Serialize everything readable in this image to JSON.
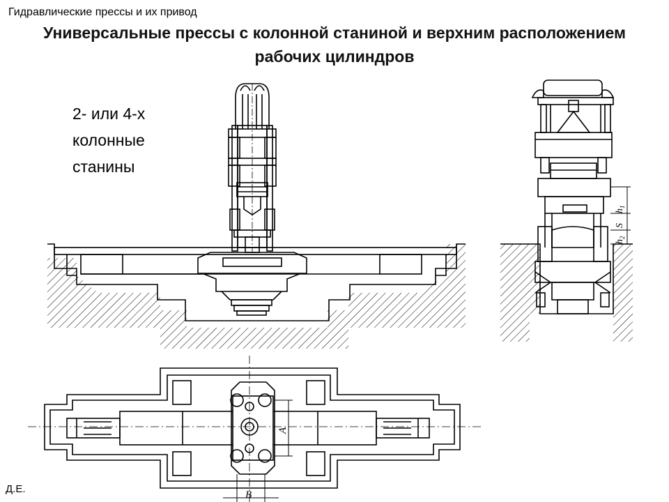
{
  "header": {
    "course": "Гидравлические прессы и их привод",
    "title": "Универсальные прессы с колонной станиной и верхним расположением рабочих цилиндров"
  },
  "caption": {
    "lines": [
      "2- или 4-х",
      "колонные",
      "станины"
    ]
  },
  "drawing_labels": {
    "h1": "h",
    "h1_sub": "1",
    "S": "S",
    "h2": "h",
    "h2_sub": "2",
    "A": "A",
    "B": "B"
  },
  "footer": {
    "author": "Д.Е."
  }
}
